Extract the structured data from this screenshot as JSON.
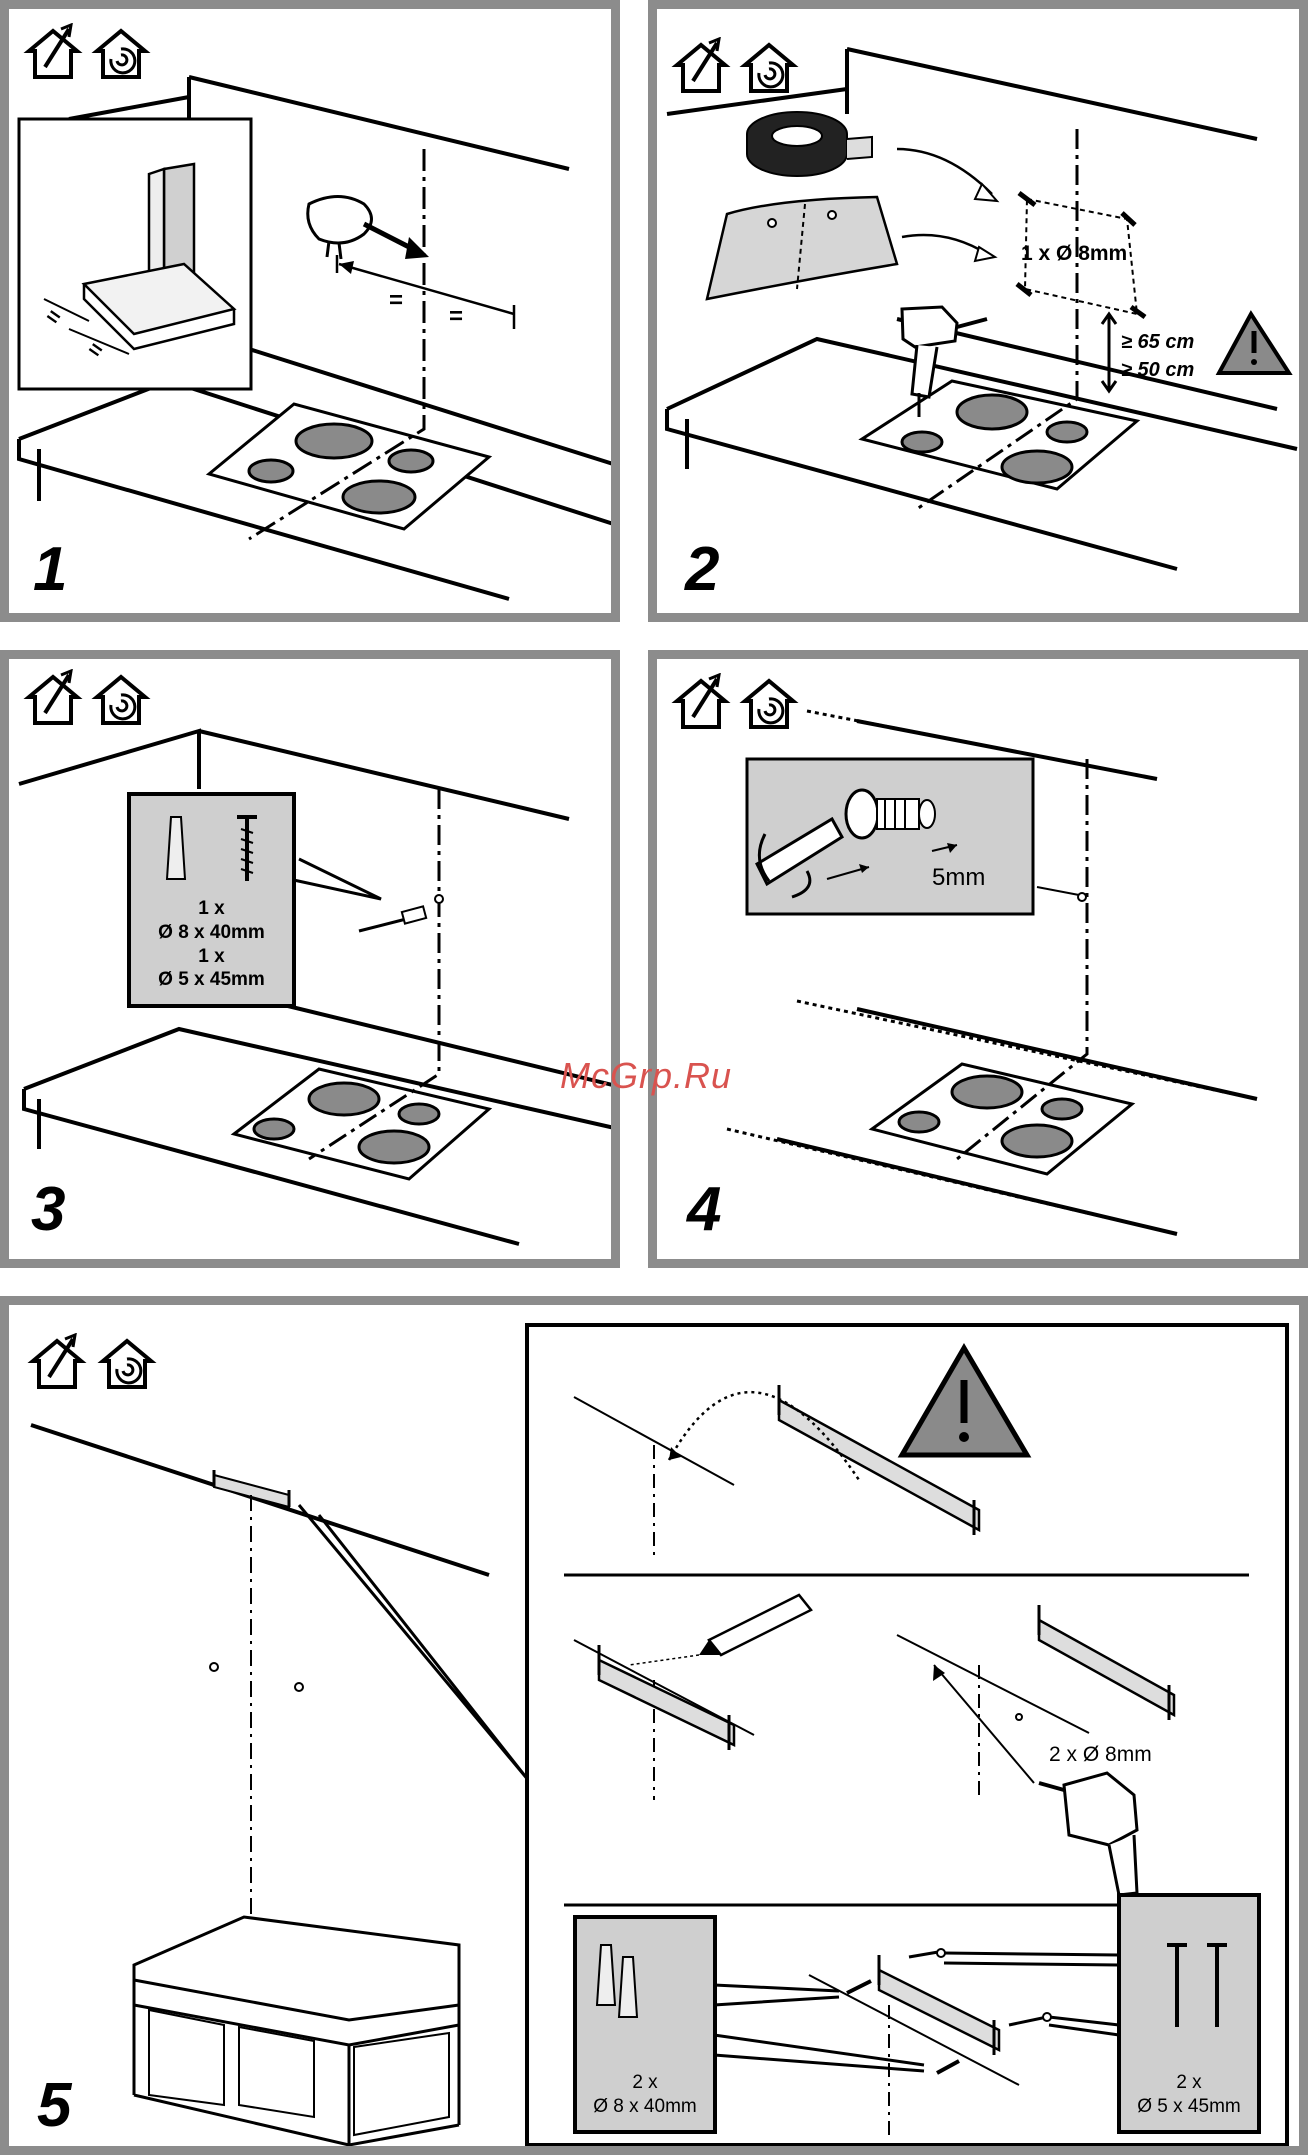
{
  "watermark": "McGrp.Ru",
  "icons": [
    "duct-out-icon",
    "recirculation-icon"
  ],
  "panels": [
    {
      "step": "1",
      "labels": {
        "eq1": "=",
        "eq2": "=",
        "eq3": "=",
        "eq4": "="
      }
    },
    {
      "step": "2",
      "labels": {
        "hole": "1 x Ø 8mm",
        "gas": "≥ 65 cm",
        "electric": "≥ 50 cm"
      }
    },
    {
      "step": "3",
      "labels": {
        "qty1": "1 x",
        "plug": "Ø 8 x 40mm",
        "qty2": "1 x",
        "screw": "Ø 5 x 45mm"
      }
    },
    {
      "step": "4",
      "labels": {
        "gap": "5mm"
      }
    },
    {
      "step": "5",
      "labels": {
        "holes": "2 x Ø 8mm",
        "plugs_qty": "2 x",
        "plugs": "Ø 8 x 40mm",
        "screws_qty": "2 x",
        "screws": "Ø 5 x 45mm"
      }
    }
  ]
}
